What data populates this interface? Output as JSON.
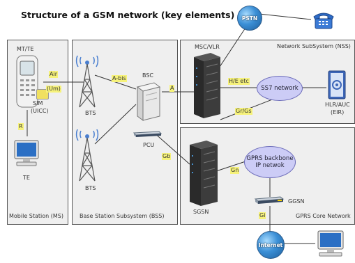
{
  "title": "Structure of a GSM network (key elements)",
  "panels": {
    "ms": "Mobile Station (MS)",
    "bss": "Base Station Subsystem (BSS)",
    "nss": "Network SubSystem (NSS)",
    "gprs": "GPRS Core Network"
  },
  "nodes": {
    "mt": "MT/TE",
    "sim_line1": "SIM",
    "sim_line2": "(UICC)",
    "te": "TE",
    "bts_top": "BTS",
    "bts_bottom": "BTS",
    "bsc": "BSC",
    "pcu": "PCU",
    "msc": "MSC/VLR",
    "sgsn": "SGSN",
    "ggsn": "GGSN",
    "hlr_line1": "HLR/AUC",
    "hlr_line2": "(EIR)",
    "pstn": "PSTN",
    "internet": "Internet",
    "ss7": "SS7 network",
    "gprs_bb_line1": "GPRS backbone",
    "gprs_bb_line2": "IP netwok"
  },
  "interfaces": {
    "air": "Air",
    "um": "(Um)",
    "r": "R",
    "abis": "A-bis",
    "a": "A",
    "he": "H/E etc",
    "grgs": "Gr/Gs",
    "gb": "Gb",
    "gn": "Gn",
    "gi": "Gi"
  },
  "colors": {
    "panel_bg": "#efefef",
    "highlight": "#f6f27a",
    "bubble": "#ccccf6"
  }
}
